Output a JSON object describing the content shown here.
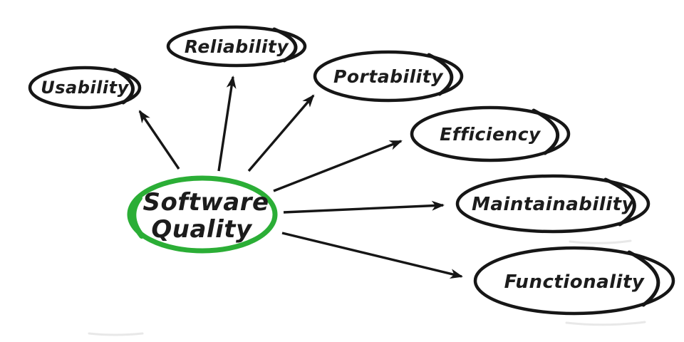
{
  "diagram": {
    "background": "#ffffff",
    "center": {
      "id": "software-quality",
      "label": "Software Quality",
      "lines": [
        "Software",
        "Quality"
      ],
      "ellipse_color": "#2bae36",
      "text_color": "#1c1c1c"
    },
    "nodes": [
      {
        "id": "usability",
        "label": "Usability"
      },
      {
        "id": "reliability",
        "label": "Reliability"
      },
      {
        "id": "portability",
        "label": "Portability"
      },
      {
        "id": "efficiency",
        "label": "Efficiency"
      },
      {
        "id": "maintainability",
        "label": "Maintainability"
      },
      {
        "id": "functionality",
        "label": "Functionality"
      }
    ],
    "edges": [
      {
        "from": "software-quality",
        "to": "usability"
      },
      {
        "from": "software-quality",
        "to": "reliability"
      },
      {
        "from": "software-quality",
        "to": "portability"
      },
      {
        "from": "software-quality",
        "to": "efficiency"
      },
      {
        "from": "software-quality",
        "to": "maintainability"
      },
      {
        "from": "software-quality",
        "to": "functionality"
      }
    ],
    "colors": {
      "node_stroke": "#161616",
      "arrow": "#161616",
      "accent_green": "#2bae36"
    }
  }
}
